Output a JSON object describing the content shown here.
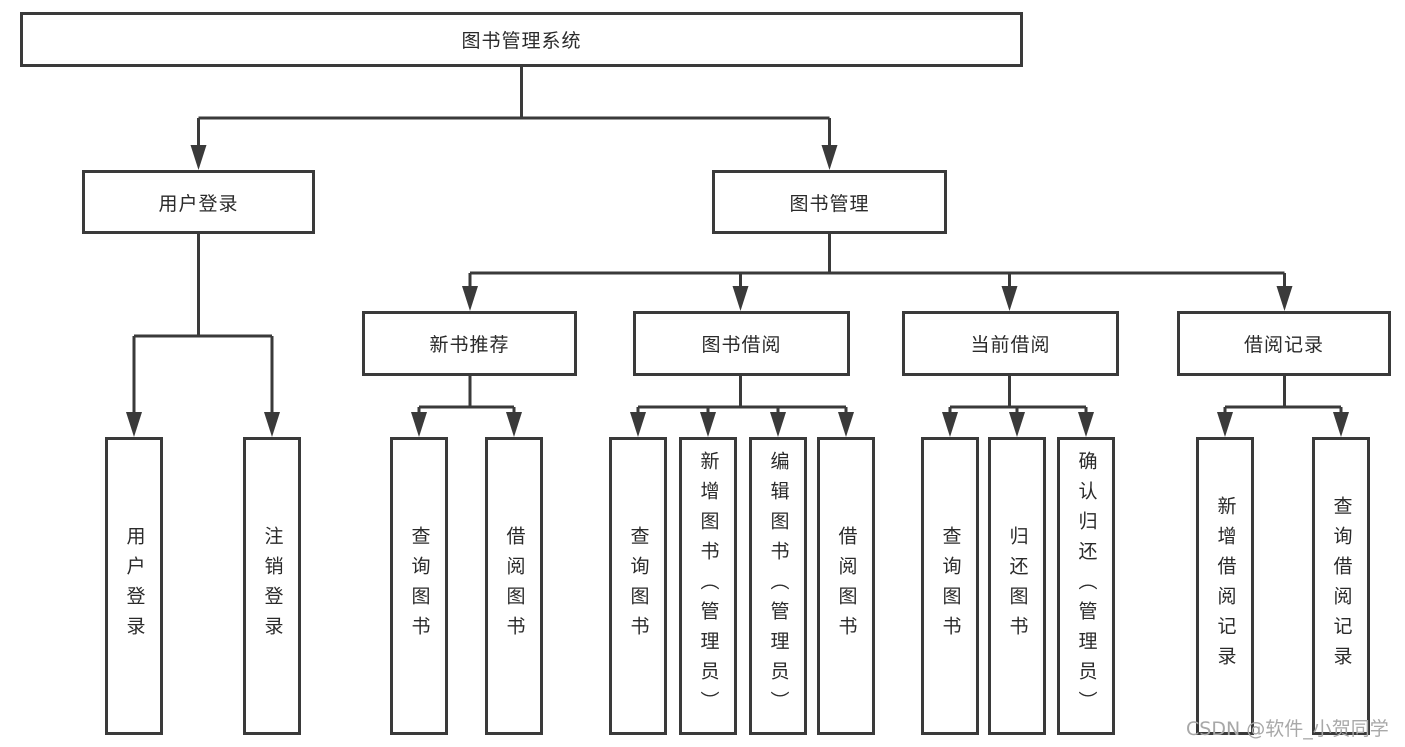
{
  "diagram": {
    "root": {
      "label": "图书管理系统"
    },
    "level2": [
      {
        "label": "用户登录"
      },
      {
        "label": "图书管理"
      }
    ],
    "level3": [
      {
        "label": "新书推荐"
      },
      {
        "label": "图书借阅"
      },
      {
        "label": "当前借阅"
      },
      {
        "label": "借阅记录"
      }
    ],
    "leaves": [
      {
        "label": "用户登录"
      },
      {
        "label": "注销登录"
      },
      {
        "label": "查询图书"
      },
      {
        "label": "借阅图书"
      },
      {
        "label": "查询图书"
      },
      {
        "label": "新增图书（管理员）"
      },
      {
        "label": "编辑图书（管理员）"
      },
      {
        "label": "借阅图书"
      },
      {
        "label": "查询图书"
      },
      {
        "label": "归还图书"
      },
      {
        "label": "确认归还（管理员）"
      },
      {
        "label": "新增借阅记录"
      },
      {
        "label": "查询借阅记录"
      }
    ]
  },
  "watermark": {
    "text": "CSDN @软件_小贺同学"
  },
  "colors": {
    "line": "#3a3a3a",
    "text": "#2a2a2a",
    "watermark": "#a8a8a8",
    "background": "#ffffff"
  }
}
